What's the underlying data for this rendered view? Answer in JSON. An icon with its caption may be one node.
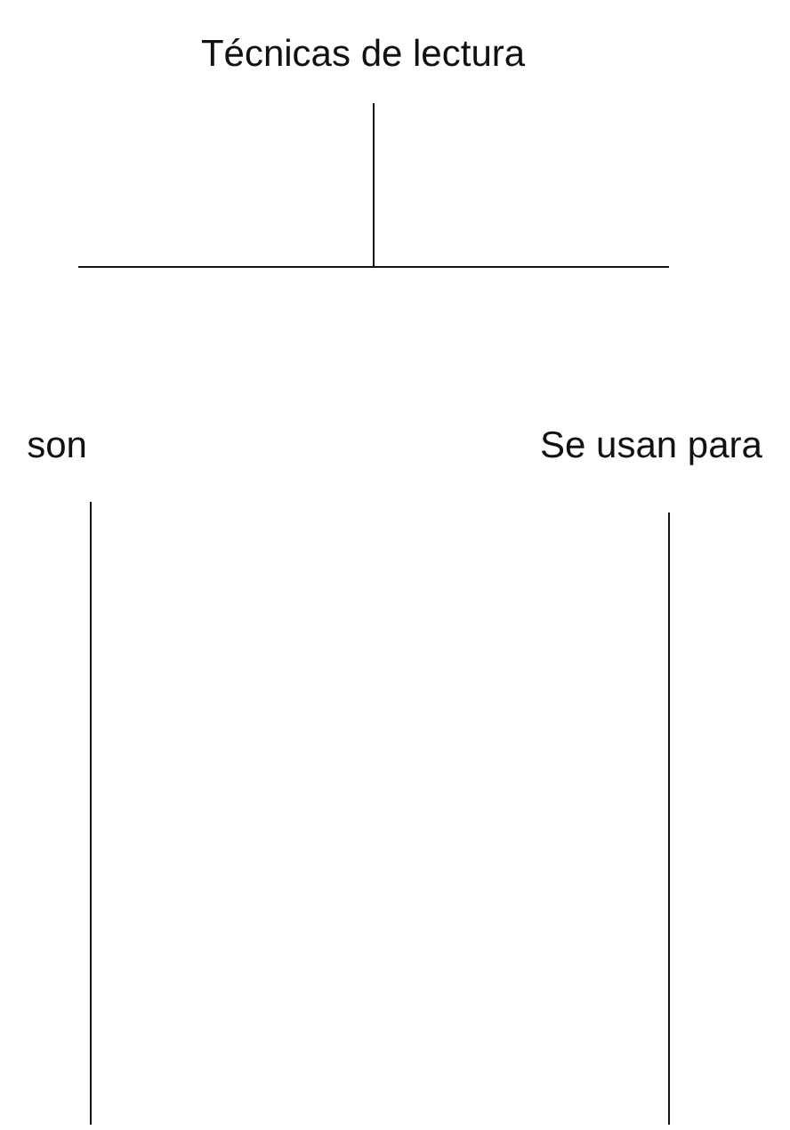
{
  "diagram": {
    "nodes": [
      {
        "text": [
          "Técnicas de lectura"
        ]
      },
      {
        "text": [
          "son"
        ]
      },
      {
        "text": [
          "Se usan para"
        ]
      }
    ],
    "edges": [
      {
        "from": 0,
        "to": null,
        "arrow": "none"
      },
      {
        "from": 1,
        "to": null,
        "arrow": "none"
      },
      {
        "from": 2,
        "to": null,
        "arrow": "none"
      }
    ]
  }
}
